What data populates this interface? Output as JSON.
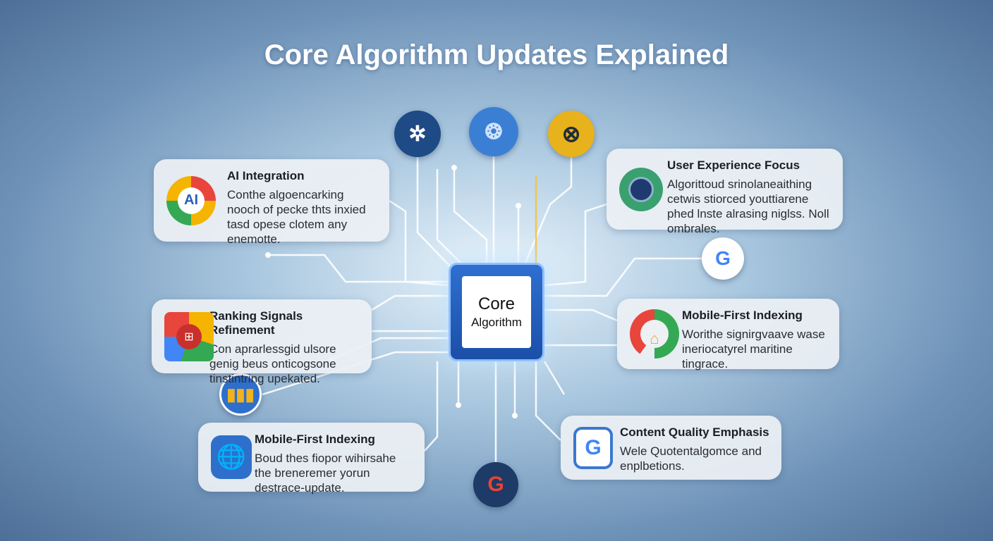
{
  "title": "Core Algorithm Updates Explained",
  "core": {
    "line1": "Core",
    "line2": "Algorithm"
  },
  "cards": [
    {
      "title": "AI Integration",
      "body": "Conthe algoencarking nooch of pecke thts inxied tasd opese clotem any enemotte.",
      "icon": "ai-octagon-icon",
      "icon_text": "AI"
    },
    {
      "title": "User Experience Focus",
      "body": "Algorittoud srinolaneaithing cetwis stiorced youttiarene phed lnste alrasing niglss. Noll ombrales.",
      "icon": "user-experience-icon"
    },
    {
      "title": "Ranking Signals Refinement",
      "body": "Con aprarlessgid ulsore genig beus onticogsone tinstintring upekated.",
      "icon": "ranking-hexagon-icon"
    },
    {
      "title": "Mobile-First Indexing",
      "body": "Worithe signirgvaave wase ineriocatyrel maritine tingrace.",
      "icon": "gauge-home-icon"
    },
    {
      "title": "Mobile-First Indexing",
      "body": "Boud thes fiopor wihirsahe the breneremer yorun destrace-update.",
      "icon": "globe-icon"
    },
    {
      "title": "Content Quality Emphasis",
      "body": "Wele Quotentalgomce and enplbetions.",
      "icon": "google-hexagon-icon",
      "icon_text": "G"
    }
  ],
  "nodes": {
    "google_letter": "G"
  },
  "colors": {
    "chip": "#2160c0",
    "navy": "#1e4a86",
    "yellow": "#e8b21c",
    "blue": "#3b7fd4"
  }
}
